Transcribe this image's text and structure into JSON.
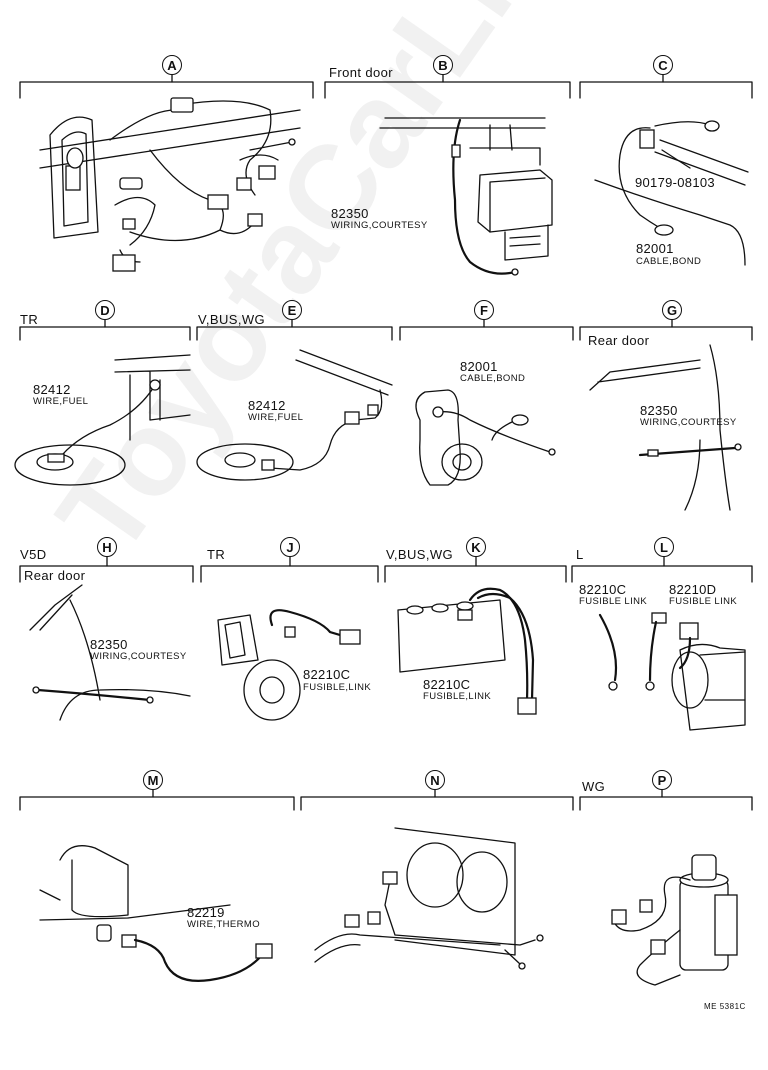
{
  "watermark": "ToyotaCarLine.ru",
  "figure_code": "ME 5381C",
  "panels": [
    {
      "id": "A",
      "variant": "",
      "parts": []
    },
    {
      "id": "B",
      "variant": "Front door",
      "parts": [
        {
          "number": "82350",
          "name": "WIRING,COURTESY"
        }
      ]
    },
    {
      "id": "C",
      "variant": "",
      "parts": [
        {
          "number": "90179-08103",
          "name": ""
        },
        {
          "number": "82001",
          "name": "CABLE,BOND"
        }
      ]
    },
    {
      "id": "D",
      "variant": "TR",
      "parts": [
        {
          "number": "82412",
          "name": "WIRE,FUEL"
        }
      ]
    },
    {
      "id": "E",
      "variant": "V,BUS,WG",
      "parts": [
        {
          "number": "82412",
          "name": "WIRE,FUEL"
        }
      ]
    },
    {
      "id": "F",
      "variant": "",
      "parts": [
        {
          "number": "82001",
          "name": "CABLE,BOND"
        }
      ]
    },
    {
      "id": "G",
      "variant": "Rear door",
      "parts": [
        {
          "number": "82350",
          "name": "WIRING,COURTESY"
        }
      ]
    },
    {
      "id": "H",
      "variant": "V5D",
      "subvariant": "Rear door",
      "parts": [
        {
          "number": "82350",
          "name": "WIRING,COURTESY"
        }
      ]
    },
    {
      "id": "J",
      "variant": "TR",
      "parts": [
        {
          "number": "82210C",
          "name": "FUSIBLE,LINK"
        }
      ]
    },
    {
      "id": "K",
      "variant": "V,BUS,WG",
      "parts": [
        {
          "number": "82210C",
          "name": "FUSIBLE,LINK"
        }
      ]
    },
    {
      "id": "L",
      "variant": "L",
      "parts": [
        {
          "number": "82210C",
          "name": "FUSIBLE LINK"
        },
        {
          "number": "82210D",
          "name": "FUSIBLE LINK"
        }
      ]
    },
    {
      "id": "M",
      "variant": "",
      "parts": [
        {
          "number": "82219",
          "name": "WIRE,THERMO"
        }
      ]
    },
    {
      "id": "N",
      "variant": "",
      "parts": []
    },
    {
      "id": "P",
      "variant": "WG",
      "parts": []
    }
  ]
}
